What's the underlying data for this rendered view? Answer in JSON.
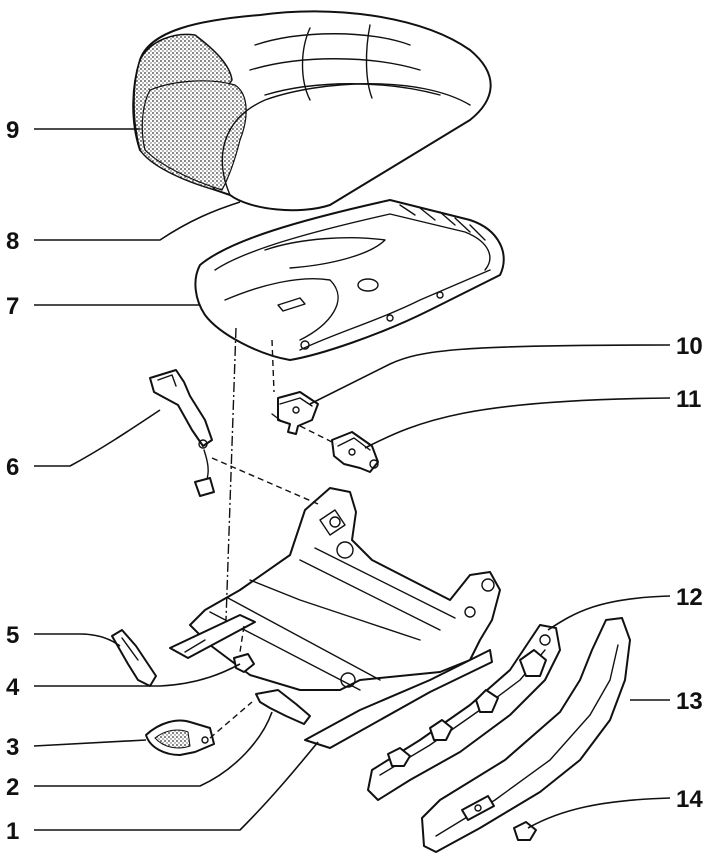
{
  "callouts": [
    {
      "id": "9",
      "label": "9"
    },
    {
      "id": "8",
      "label": "8"
    },
    {
      "id": "7",
      "label": "7"
    },
    {
      "id": "10",
      "label": "10"
    },
    {
      "id": "11",
      "label": "11"
    },
    {
      "id": "6",
      "label": "6"
    },
    {
      "id": "12",
      "label": "12"
    },
    {
      "id": "5",
      "label": "5"
    },
    {
      "id": "13",
      "label": "13"
    },
    {
      "id": "4",
      "label": "4"
    },
    {
      "id": "3",
      "label": "3"
    },
    {
      "id": "2",
      "label": "2"
    },
    {
      "id": "14",
      "label": "14"
    },
    {
      "id": "1",
      "label": "1"
    }
  ],
  "colors": {
    "ink": "#111111",
    "paper": "#ffffff",
    "shade": "#8a8a8a"
  }
}
